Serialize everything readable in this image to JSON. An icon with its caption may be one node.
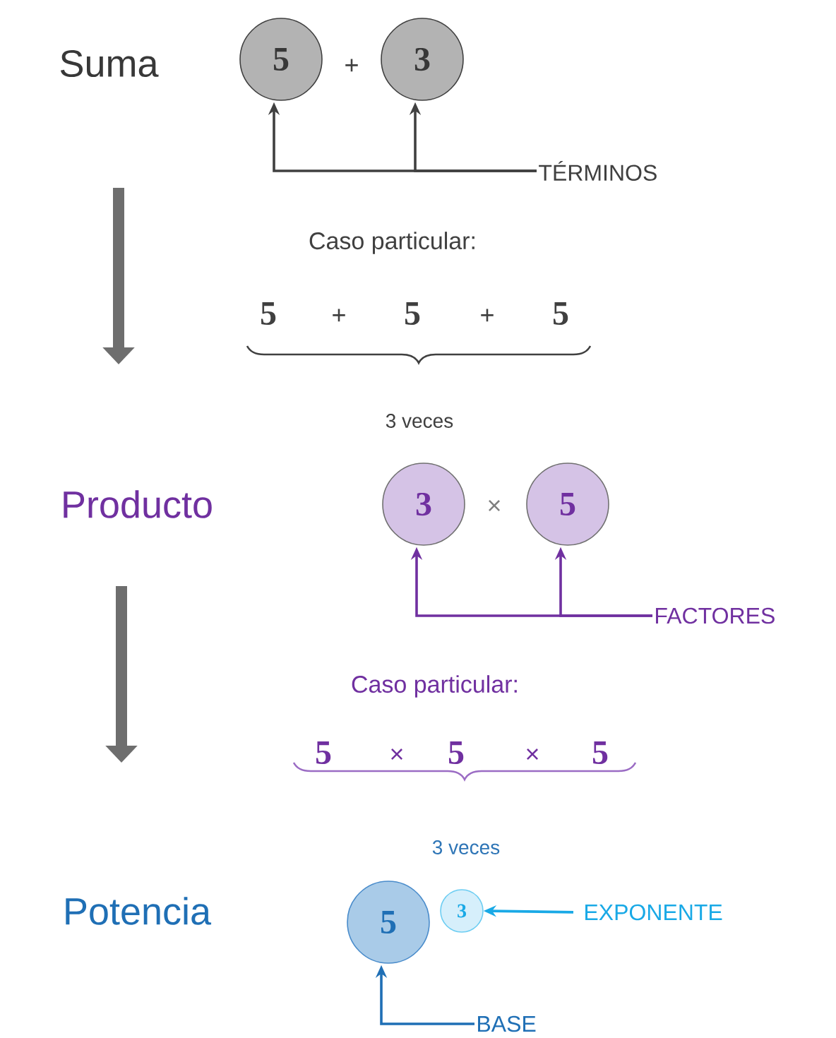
{
  "diagram": {
    "nodes": [
      {
        "text": [
          "Suma"
        ]
      },
      {
        "text": [
          "5"
        ]
      },
      {
        "text": [
          "3"
        ]
      },
      {
        "text": [
          "TÉRMINOS"
        ]
      },
      {
        "text": [
          "Producto"
        ]
      },
      {
        "text": [
          "3"
        ]
      },
      {
        "text": [
          "5"
        ]
      },
      {
        "text": [
          "FACTORES"
        ]
      },
      {
        "text": [
          "Potencia"
        ]
      },
      {
        "text": [
          "5"
        ]
      },
      {
        "text": [
          "3"
        ]
      },
      {
        "text": [
          "EXPONENTE"
        ]
      },
      {
        "text": [
          "BASE"
        ]
      }
    ],
    "edges": [
      {
        "from": 3,
        "to": 1,
        "arrow": "to"
      },
      {
        "from": 3,
        "to": 2,
        "arrow": "to"
      },
      {
        "from": 7,
        "to": 5,
        "arrow": "to",
        "color": "#7030a0"
      },
      {
        "from": 7,
        "to": 6,
        "arrow": "to",
        "color": "#7030a0"
      },
      {
        "from": 11,
        "to": 10,
        "arrow": "to",
        "color": "#19a9e6"
      },
      {
        "from": 12,
        "to": 9,
        "arrow": "to",
        "color": "#1f6fb5"
      }
    ],
    "labels": [
      "+",
      "Caso particular:",
      "5",
      "+",
      "5",
      "+",
      "5",
      "3 veces",
      "×",
      "Caso particular:",
      "5",
      "×",
      "5",
      "×",
      "5",
      "3 veces"
    ]
  }
}
